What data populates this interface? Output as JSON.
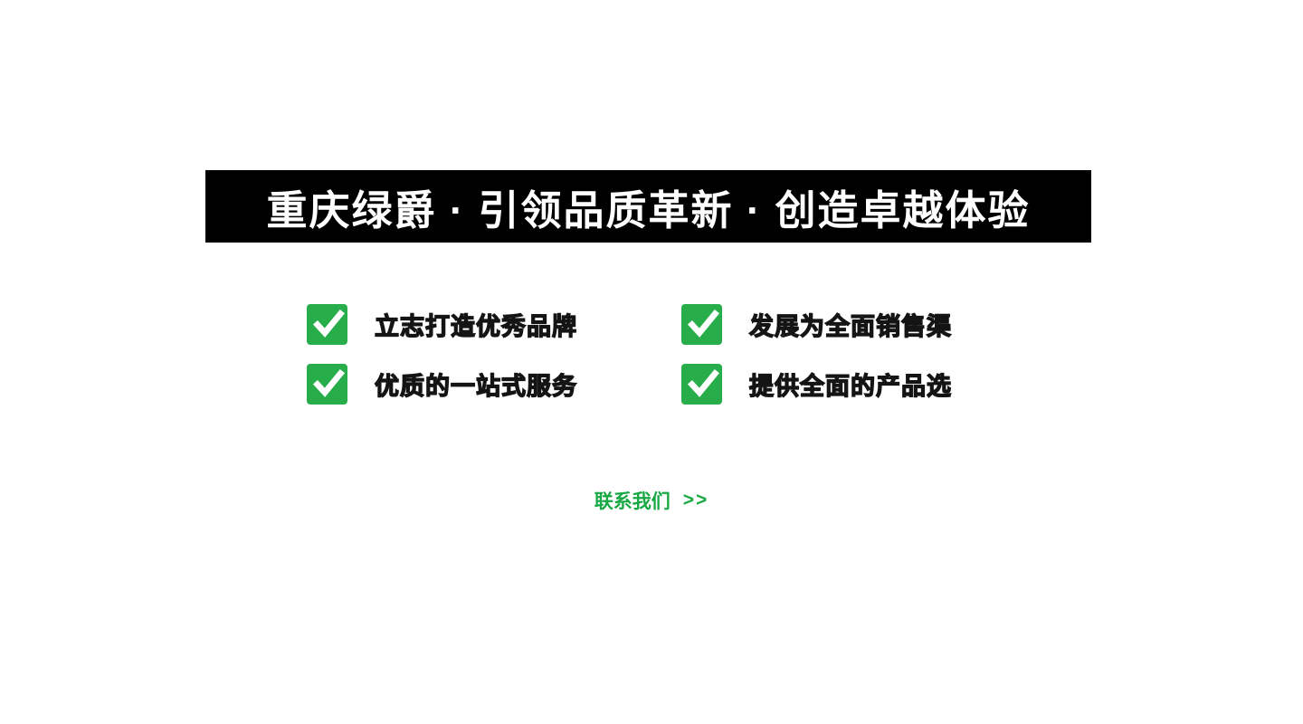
{
  "banner": {
    "title": "重庆绿爵 · 引领品质革新 · 创造卓越体验",
    "bg_color": "#000000",
    "text_color": "#ffffff"
  },
  "features": {
    "accent_color": "#27ad49",
    "items": [
      {
        "icon": "check-icon",
        "label": "立志打造优秀品牌"
      },
      {
        "icon": "check-icon",
        "label": "发展为全面销售渠"
      },
      {
        "icon": "check-icon",
        "label": "优质的一站式服务"
      },
      {
        "icon": "check-icon",
        "label": "提供全面的产品选"
      }
    ]
  },
  "contact": {
    "label": "联系我们",
    "arrow": ">>",
    "color": "#17a843"
  }
}
